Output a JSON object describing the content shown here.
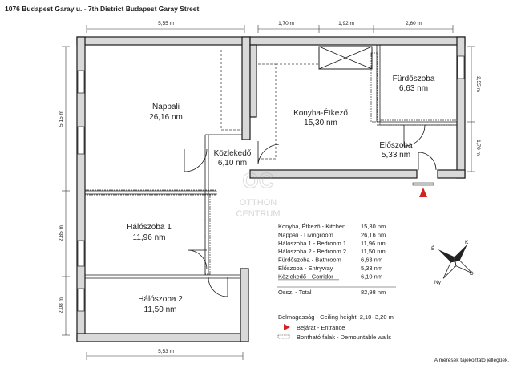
{
  "title": "1076 Budapest Garay u.  -  7th District Budapest Garay Street",
  "rooms": {
    "nappali": {
      "name": "Nappali",
      "area": "26,16 nm"
    },
    "hal1": {
      "name": "Hálószoba 1",
      "area": "11,96 nm"
    },
    "hal2": {
      "name": "Hálószoba 2",
      "area": "11,50 nm"
    },
    "kozlekedo": {
      "name": "Közlekedő",
      "area": "6,10 nm"
    },
    "konyha": {
      "name": "Konyha-Étkező",
      "area": "15,30 nm"
    },
    "furdo": {
      "name": "Fürdőszoba",
      "area": "6,63 nm"
    },
    "eloszoba": {
      "name": "Előszoba",
      "area": "5,33 nm"
    }
  },
  "dimensions": {
    "top_left": "5,55 m",
    "top_mid1": "1,70 m",
    "top_mid2": "1,92 m",
    "top_right": "2,60 m",
    "bottom": "5,53 m",
    "left_top": "5,15 m",
    "left_mid": "2,85 m",
    "left_bottom": "2,08 m",
    "right_top": "2,55 m",
    "right_bottom": "1,70 m"
  },
  "legend": {
    "rows": [
      {
        "label": "Konyha, Étkező - Kitchen",
        "value": "15,30 nm"
      },
      {
        "label": "Nappali - Livingroom",
        "value": "26,16 nm"
      },
      {
        "label": "Hálószoba 1 - Bedroom 1",
        "value": "11,96 nm"
      },
      {
        "label": "Hálószoba 2 - Bedroom 2",
        "value": "11,50 nm"
      },
      {
        "label": "Fürdőszoba - Bathroom",
        "value": "6,63 nm"
      },
      {
        "label": "Előszoba - Entryway",
        "value": "5,33 nm"
      },
      {
        "label": "Közlekedő - Corridor",
        "value": "6,10 nm"
      }
    ],
    "total_label": "Össz. - Total",
    "total_value": "82,98 nm",
    "ceiling": "Belmagasság - Ceiling height: 2,10- 3,20 m",
    "entrance": "Bejárat - Entrance",
    "walls": "Bontható falak  -  Demountable walls"
  },
  "compass": {
    "k": "K",
    "e": "É",
    "ny": "Ny",
    "d": "D"
  },
  "watermark": {
    "mark": "OC",
    "line1": "OTTHON",
    "line2": "CENTRUM"
  },
  "footnote": "A mérések tájékoztató jellegűek.",
  "colors": {
    "wall": "#d9d9d9",
    "outline": "#1a1a1a",
    "entrance": "#d32020"
  }
}
